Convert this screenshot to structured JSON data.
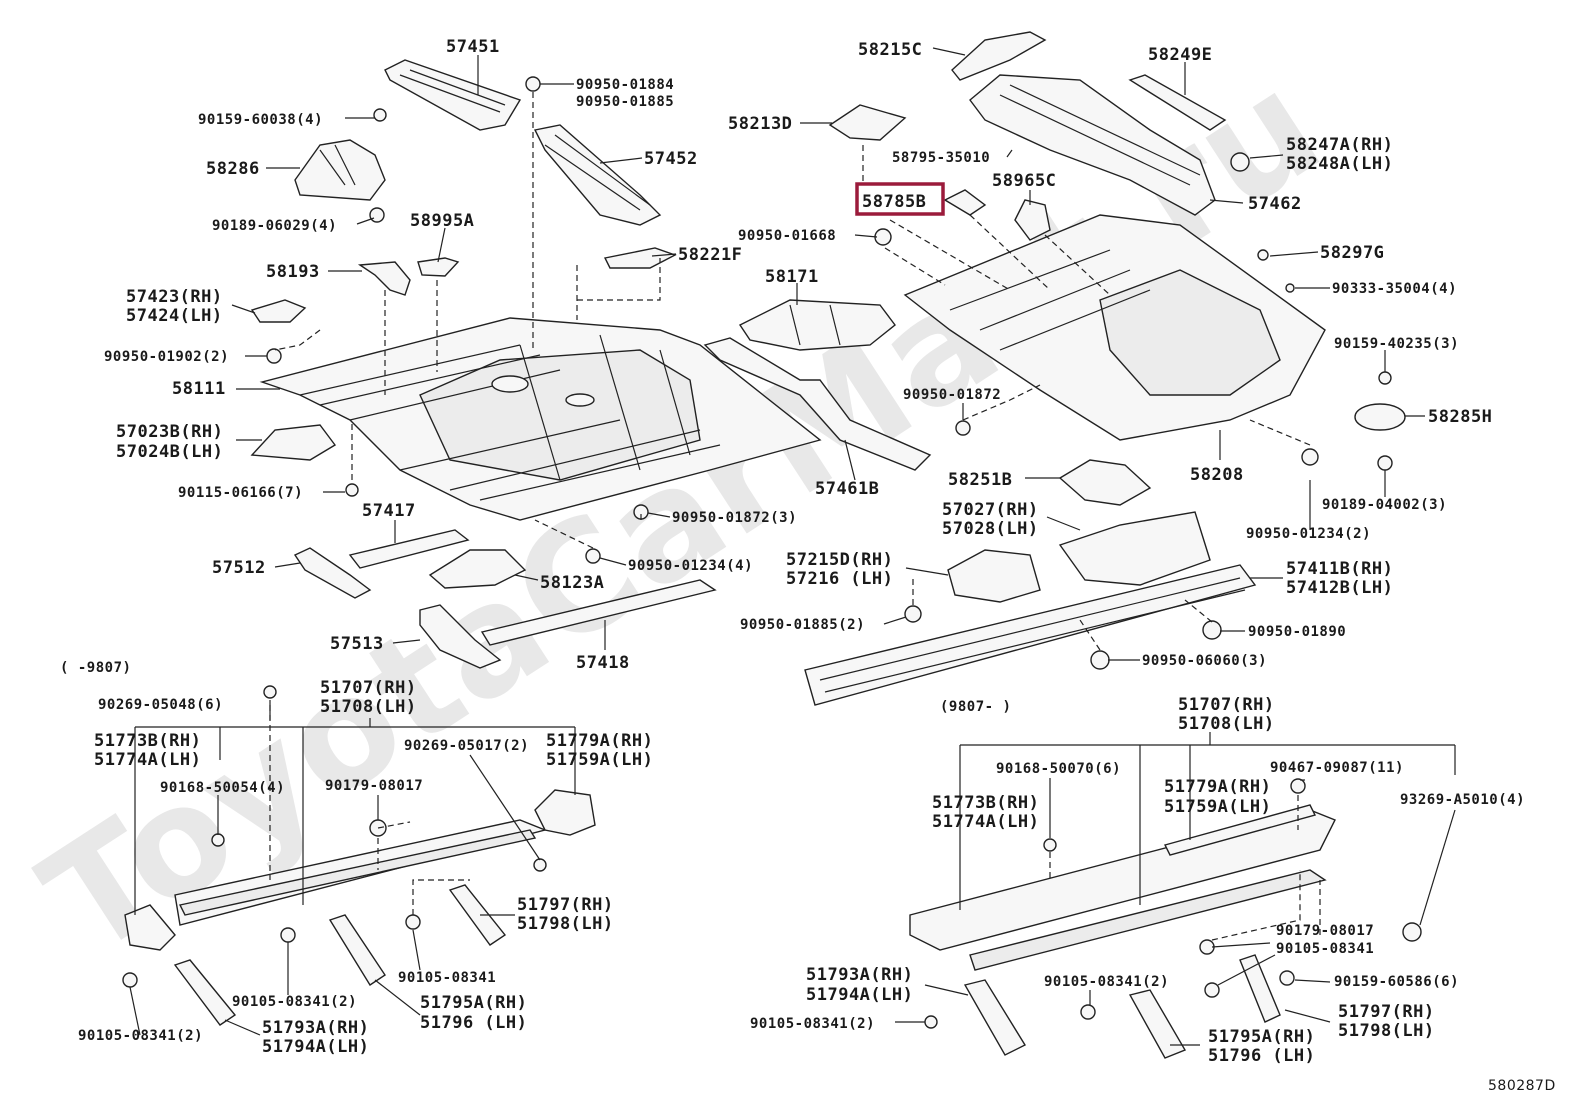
{
  "watermark": "ToyotaCarMart.ru",
  "diagram_code": "580287D",
  "highlight": {
    "part": "58785B",
    "color": "#9b1b3b"
  },
  "range_left": "(      -9807)",
  "range_right": "(9807-      )",
  "labels": {
    "p57451": "57451",
    "p90950_01884": "90950-01884",
    "p90950_01885a": "90950-01885",
    "p90159_60038": "90159-60038(4)",
    "p58286": "58286",
    "p57452": "57452",
    "p90189_06029": "90189-06029(4)",
    "p58995A": "58995A",
    "p58193": "58193",
    "p58221F": "58221F",
    "p57423": "57423(RH)",
    "p57424": "57424(LH)",
    "p90950_01902": "90950-01902(2)",
    "p58111": "58111",
    "p57023B": "57023B(RH)",
    "p57024B": "57024B(LH)",
    "p90115_06166": "90115-06166(7)",
    "p57417": "57417",
    "p90950_01872a": "90950-01872(3)",
    "p57512": "57512",
    "p90950_01234a": "90950-01234(4)",
    "p58123A": "58123A",
    "p57513": "57513",
    "p57418": "57418",
    "p58215C": "58215C",
    "p58249E": "58249E",
    "p58213D": "58213D",
    "p58795": "58795-35010",
    "p58247A": "58247A(RH)",
    "p58248A": "58248A(LH)",
    "p58785B": "58785B",
    "p58965C": "58965C",
    "p57462": "57462",
    "p90950_01668": "90950-01668",
    "p58297G": "58297G",
    "p58171": "58171",
    "p90333": "90333-35004(4)",
    "p90159_40235": "90159-40235(3)",
    "p90950_01872b": "90950-01872",
    "p58285H": "58285H",
    "p58208": "58208",
    "p58251B": "58251B",
    "p57461B": "57461B",
    "p90189_04002": "90189-04002(3)",
    "p57027": "57027(RH)",
    "p57028": "57028(LH)",
    "p90950_01234b": "90950-01234(2)",
    "p57215D": "57215D(RH)",
    "p57216": "57216  (LH)",
    "p57411B": "57411B(RH)",
    "p57412B": "57412B(LH)",
    "p90950_01885b": "90950-01885(2)",
    "p90950_01890": "90950-01890",
    "p90950_06060": "90950-06060(3)",
    "l90269_05048": "90269-05048(6)",
    "l51707": "51707(RH)",
    "l51708": "51708(LH)",
    "l51773B": "51773B(RH)",
    "l51774A": "51774A(LH)",
    "l90269_05017": "90269-05017(2)",
    "l51779A": "51779A(RH)",
    "l51759A": "51759A(LH)",
    "l90168_50054": "90168-50054(4)",
    "l90179_08017": "90179-08017",
    "l51797": "51797(RH)",
    "l51798": "51798(LH)",
    "l90105_08341a": "90105-08341",
    "l90105_08341b": "90105-08341(2)",
    "l51795A": "51795A(RH)",
    "l51796": "51796  (LH)",
    "l90105_08341c": "90105-08341(2)",
    "l51793A": "51793A(RH)",
    "l51794A": "51794A(LH)",
    "r51707": "51707(RH)",
    "r51708": "51708(LH)",
    "r90168_50070": "90168-50070(6)",
    "r90467": "90467-09087(11)",
    "r51779A": "51779A(RH)",
    "r51759A": "51759A(LH)",
    "r93269": "93269-A5010(4)",
    "r51773B": "51773B(RH)",
    "r51774A": "51774A(LH)",
    "r90179_08017": "90179-08017",
    "r90105_08341a": "90105-08341",
    "r90105_08341b": "90105-08341(2)",
    "r90159_60586": "90159-60586(6)",
    "r51793A": "51793A(RH)",
    "r51794A": "51794A(LH)",
    "r51797": "51797(RH)",
    "r51798": "51798(LH)",
    "r90105_08341c": "90105-08341(2)",
    "r51795A": "51795A(RH)",
    "r51796": "51796  (LH)"
  }
}
